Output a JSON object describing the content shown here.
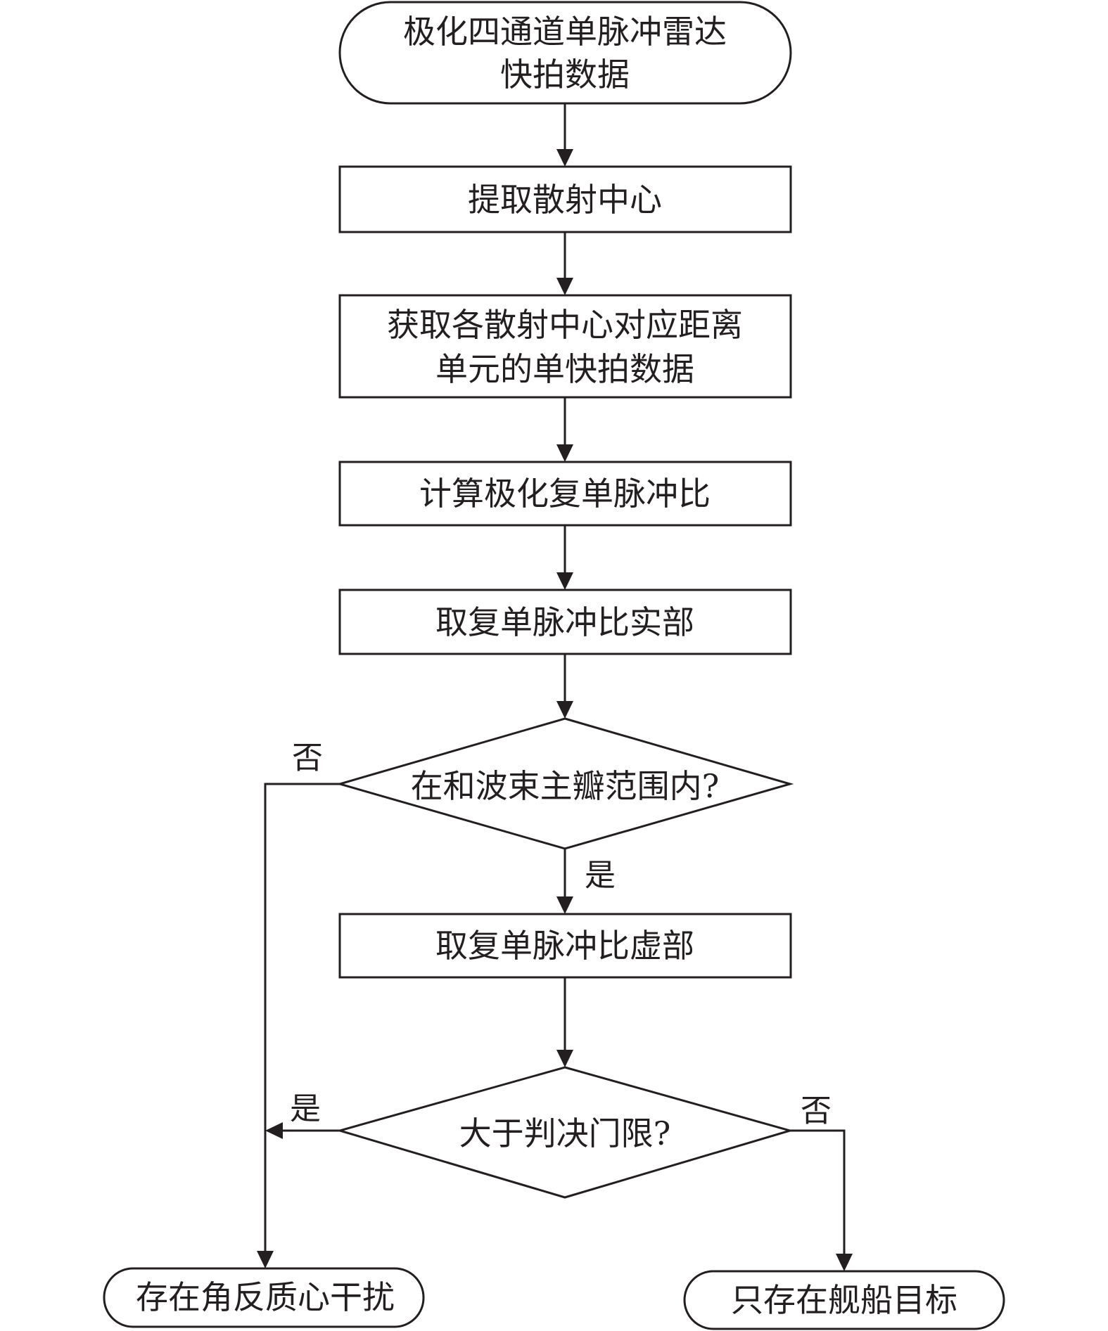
{
  "nodes": {
    "start": {
      "line1": "极化四通道单脉冲雷达",
      "line2": "快拍数据"
    },
    "extract": {
      "label": "提取散射中心"
    },
    "snapshot": {
      "line1": "获取各散射中心对应距离",
      "line2": "单元的单快拍数据"
    },
    "compute": {
      "label": "计算极化复单脉冲比"
    },
    "real_part": {
      "label": "取复单脉冲比实部"
    },
    "decision1": {
      "label": "在和波束主瓣范围内?"
    },
    "imag_part": {
      "label": "取复单脉冲比虚部"
    },
    "decision2": {
      "label": "大于判决门限?"
    },
    "end_interference": {
      "label": "存在角反质心干扰"
    },
    "end_ship": {
      "label": "只存在舰船目标"
    }
  },
  "branches": {
    "d1_no": "否",
    "d1_yes": "是",
    "d2_yes": "是",
    "d2_no": "否"
  }
}
